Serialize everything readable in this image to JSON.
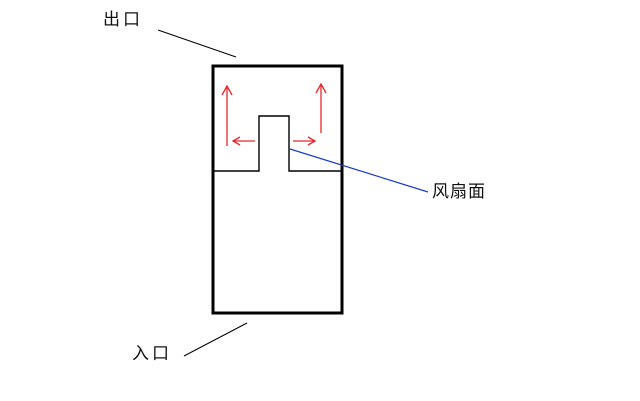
{
  "labels": {
    "outlet": "出口",
    "inlet": "入口",
    "fan_face": "风扇面"
  },
  "colors": {
    "box": "#000000",
    "arrows": "#e8262b",
    "fan_pointer": "#1a3cc9",
    "leader": "#000000"
  }
}
